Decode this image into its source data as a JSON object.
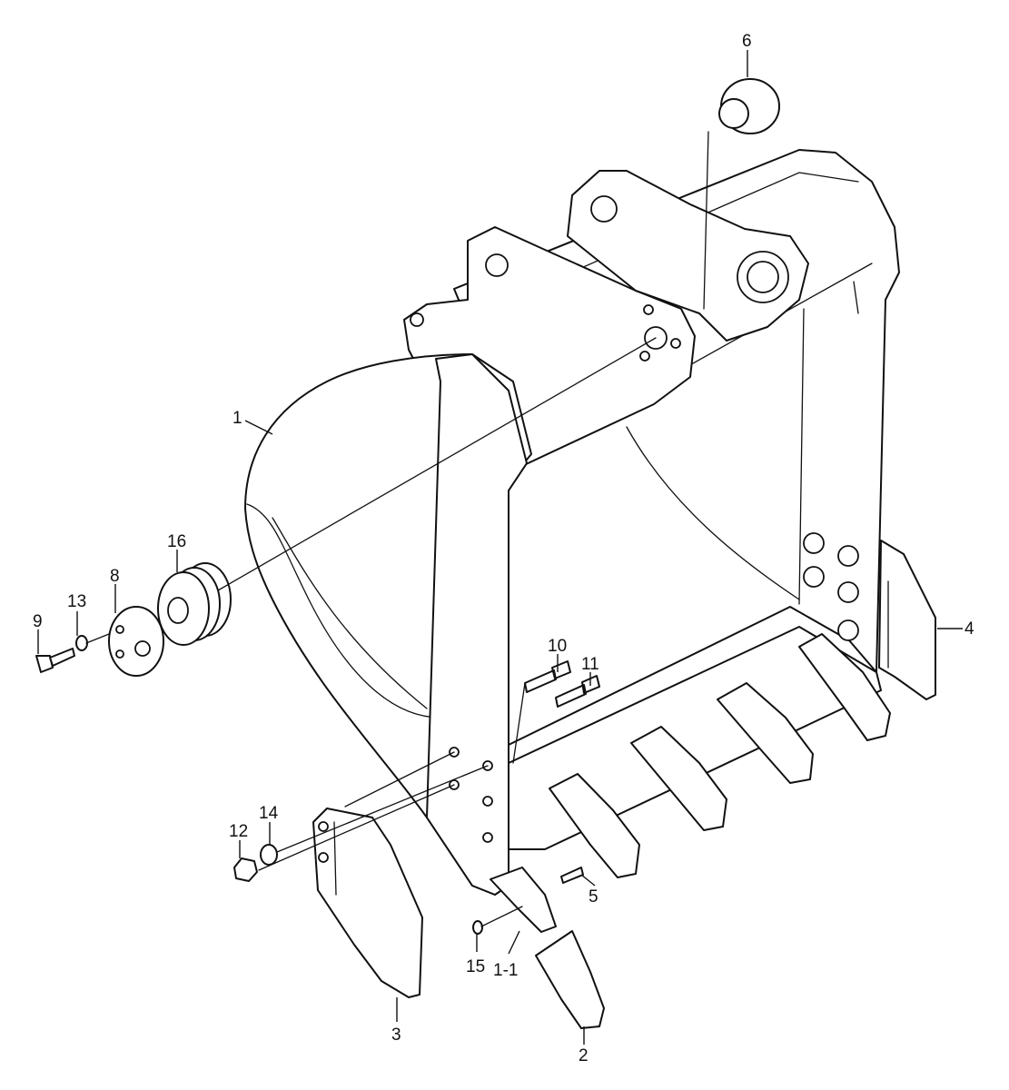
{
  "callouts": [
    {
      "id": "c1",
      "text": "1"
    },
    {
      "id": "c1_1",
      "text": "1-1"
    },
    {
      "id": "c2",
      "text": "2"
    },
    {
      "id": "c3",
      "text": "3"
    },
    {
      "id": "c4",
      "text": "4"
    },
    {
      "id": "c5",
      "text": "5"
    },
    {
      "id": "c6",
      "text": "6"
    },
    {
      "id": "c8",
      "text": "8"
    },
    {
      "id": "c9",
      "text": "9"
    },
    {
      "id": "c10",
      "text": "10"
    },
    {
      "id": "c11",
      "text": "11"
    },
    {
      "id": "c12",
      "text": "12"
    },
    {
      "id": "c13",
      "text": "13"
    },
    {
      "id": "c14",
      "text": "14"
    },
    {
      "id": "c15",
      "text": "15"
    },
    {
      "id": "c16",
      "text": "16"
    }
  ]
}
